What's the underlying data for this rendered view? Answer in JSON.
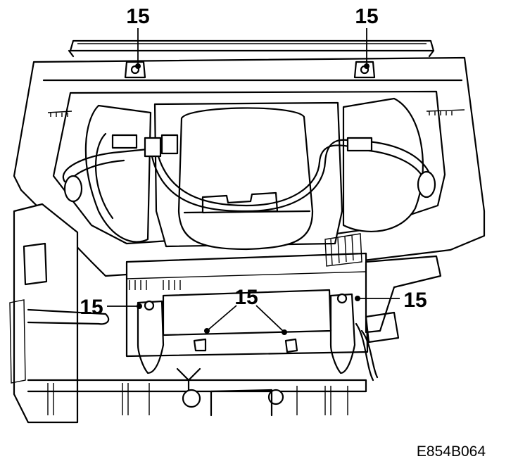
{
  "diagram": {
    "callouts": [
      {
        "id": "top-left",
        "label": "15"
      },
      {
        "id": "top-right",
        "label": "15"
      },
      {
        "id": "left",
        "label": "15"
      },
      {
        "id": "center",
        "label": "15"
      },
      {
        "id": "right",
        "label": "15"
      }
    ],
    "figure_code": "E854B064"
  }
}
